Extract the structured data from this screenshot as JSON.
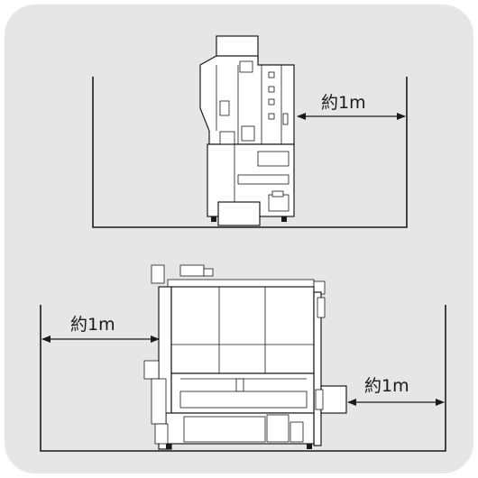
{
  "labels": {
    "top_clearance": "約1m",
    "bottom_left_clearance": "約1m",
    "bottom_right_clearance": "約1m"
  },
  "colors": {
    "panel_background": "#e6e6e6",
    "line": "#1a1a1a",
    "machine_fill": "#ffffff"
  }
}
